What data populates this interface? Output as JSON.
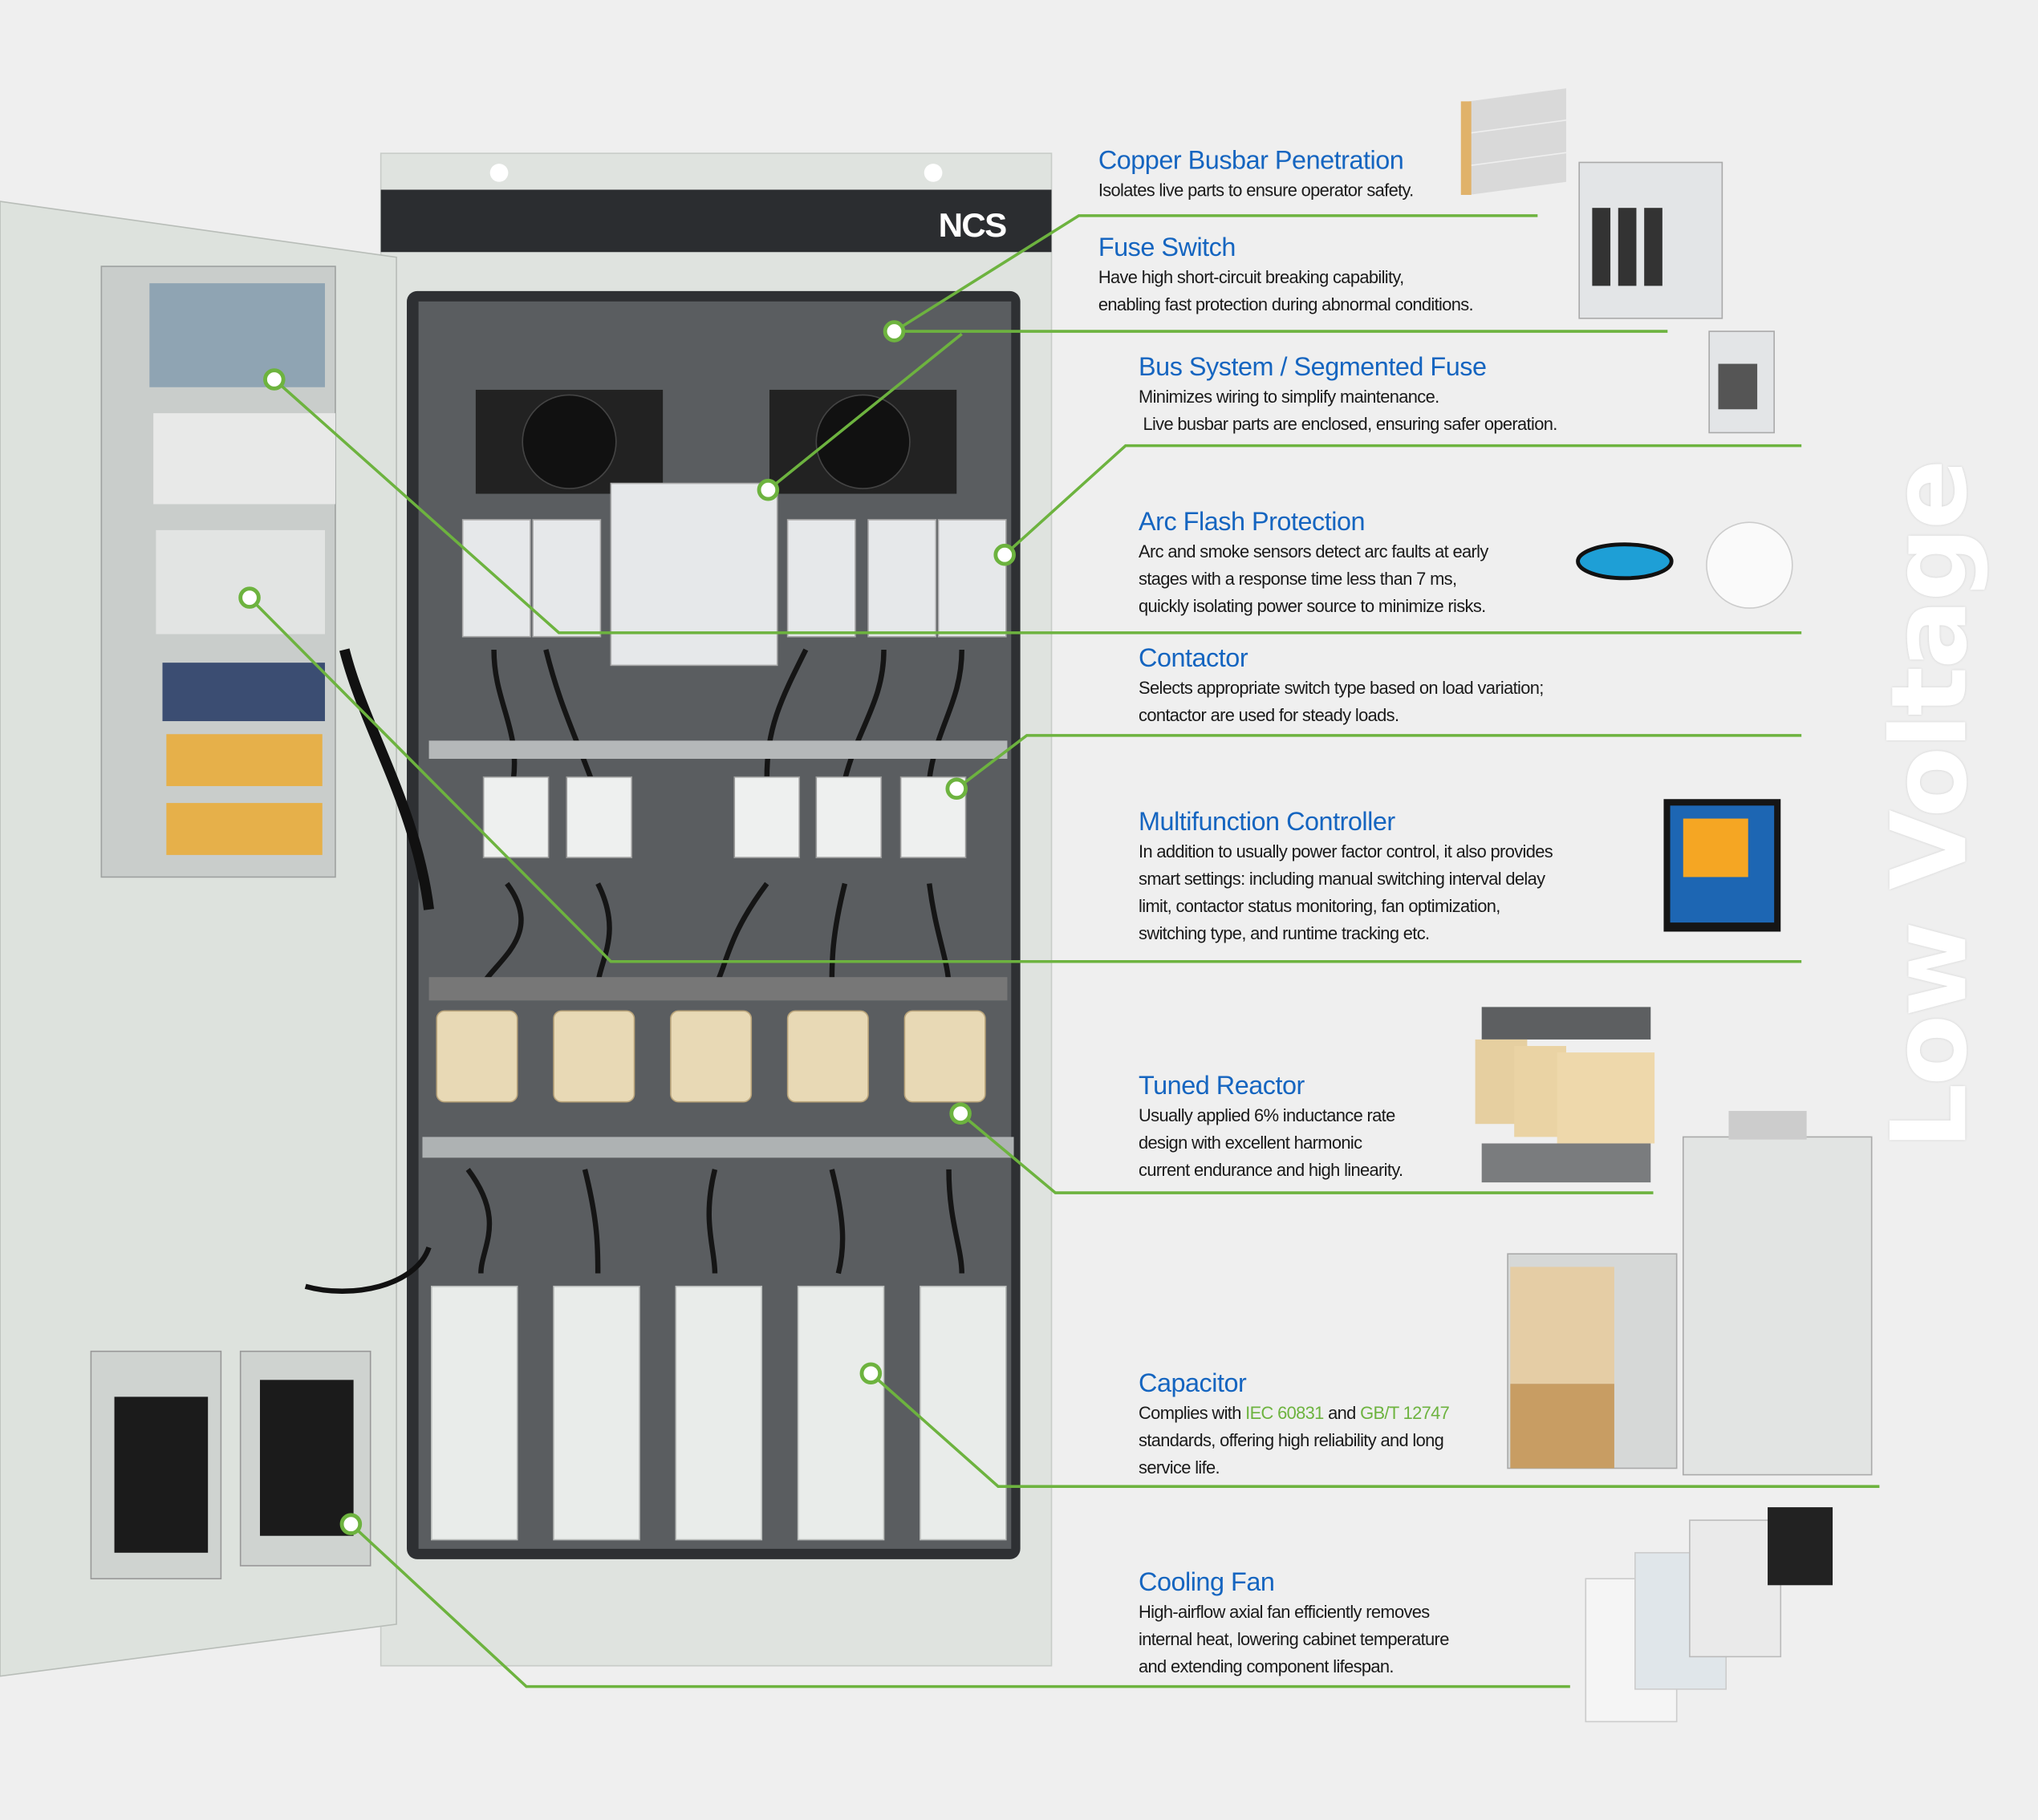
{
  "brand": "NCS",
  "side_title": "Low Voltage",
  "colors": {
    "accent_green": "#6db33f",
    "title_blue": "#1565c0",
    "background": "#efefef"
  },
  "features": [
    {
      "title": "Copper Busbar Penetration",
      "lines": [
        "Isolates live parts to ensure operator safety."
      ]
    },
    {
      "title": "Fuse Switch",
      "lines": [
        "Have high short-circuit breaking capability,",
        "enabling fast protection during abnormal conditions."
      ]
    },
    {
      "title": "Bus System / Segmented Fuse",
      "lines": [
        "Minimizes wiring to simplify maintenance.",
        " Live busbar parts are enclosed, ensuring safer operation."
      ]
    },
    {
      "title": "Arc Flash Protection",
      "lines": [
        "Arc and smoke sensors detect arc faults at early",
        "stages with a response time less than 7 ms,",
        "quickly isolating power source to minimize risks."
      ]
    },
    {
      "title": "Contactor",
      "lines": [
        "Selects appropriate switch type based on load variation;",
        "contactor are used for steady loads."
      ]
    },
    {
      "title": "Multifunction Controller",
      "lines": [
        "In addition to usually power factor control, it also provides",
        "smart settings: including manual switching interval delay",
        "limit, contactor status monitoring, fan optimization,",
        "switching type, and runtime tracking etc."
      ]
    },
    {
      "title": "Tuned Reactor",
      "lines": [
        "Usually applied 6% inductance rate",
        "design with excellent harmonic",
        "current endurance and high linearity."
      ]
    },
    {
      "title": "Capacitor",
      "line1_pre": "Complies with ",
      "std1": "IEC 60831",
      "line1_mid": " and ",
      "std2": "GB/T 12747",
      "lines": [
        "standards, offering high reliability and long",
        "service life."
      ]
    },
    {
      "title": "Cooling Fan",
      "lines": [
        "High-airflow axial fan efficiently removes",
        "internal heat, lowering cabinet temperature",
        "and extending component lifespan."
      ]
    }
  ]
}
